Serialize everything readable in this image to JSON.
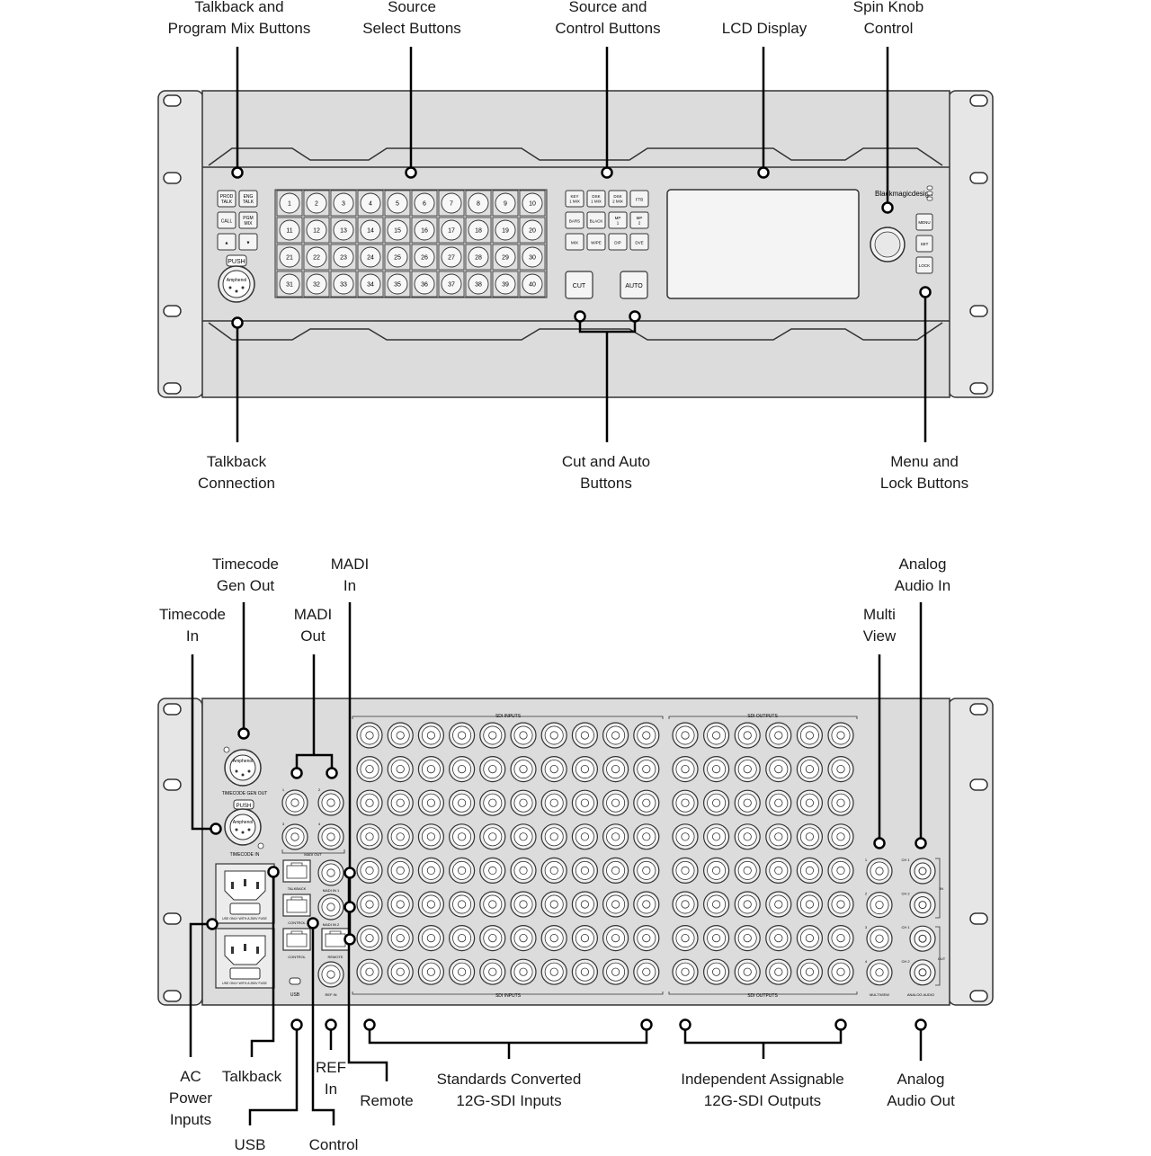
{
  "front_panel": {
    "talkback_buttons": [
      "PROD TALK",
      "ENG TALK",
      "CALL",
      "PGM MIX",
      "▲",
      "▼"
    ],
    "xlr_push_label": "PUSH",
    "xlr_brand": "Amphenol",
    "source_buttons": [
      "1",
      "2",
      "3",
      "4",
      "5",
      "6",
      "7",
      "8",
      "9",
      "10",
      "11",
      "12",
      "13",
      "14",
      "15",
      "16",
      "17",
      "18",
      "19",
      "20",
      "21",
      "22",
      "23",
      "24",
      "25",
      "26",
      "27",
      "28",
      "29",
      "30",
      "31",
      "32",
      "33",
      "34",
      "35",
      "36",
      "37",
      "38",
      "39",
      "40"
    ],
    "control_buttons": [
      "KEY 1 MIX",
      "DSK 1 MIX",
      "DSK 2 MIX",
      "FTB",
      "BARS",
      "BLACK",
      "MP 1",
      "MP 2",
      "MIX",
      "WIPE",
      "DIP",
      "DVE"
    ],
    "cut_label": "CUT",
    "auto_label": "AUTO",
    "brand": "Blackmagicdesign",
    "menu_buttons": [
      "MENU",
      "SET",
      "LOCK"
    ]
  },
  "rear_panel": {
    "timecode_gen_out_label": "TIMECODE GEN OUT",
    "timecode_in_label": "TIMECODE IN",
    "push_label": "PUSH",
    "madi_out_label": "MADI OUT",
    "madi_in_1_label": "MADI IN 1",
    "madi_in_2_label": "MADI IN 2",
    "talkback_label": "TALKBACK",
    "control_label": "CONTROL",
    "remote_label": "REMOTE",
    "ref_in_label": "REF IN",
    "usb_label": "USB",
    "fuse_label": "USE ONLY WITH A 250V FUSE",
    "sdi_inputs_label": "SDI INPUTS",
    "sdi_outputs_label": "SDI OUTPUTS",
    "multiview_label": "MULTIVIEW",
    "analog_audio_label": "ANALOG AUDIO",
    "audio_channels": [
      "CH 1",
      "CH 2",
      "CH 1",
      "CH 2"
    ],
    "audio_in_label": "IN",
    "audio_out_label": "OUT",
    "madi_numbers": [
      "1",
      "2",
      "3",
      "4"
    ],
    "multiview_numbers": [
      "1",
      "2",
      "3",
      "4"
    ]
  },
  "callouts": {
    "talkback_program_mix": "Talkback and\nProgram Mix Buttons",
    "source_select": "Source\nSelect Buttons",
    "source_control": "Source and\nControl Buttons",
    "lcd_display": "LCD Display",
    "spin_knob": "Spin Knob\nControl",
    "talkback_connection": "Talkback\nConnection",
    "cut_auto": "Cut and Auto\nButtons",
    "menu_lock": "Menu and\nLock Buttons",
    "timecode_gen_out": "Timecode\nGen Out",
    "madi_in": "MADI\nIn",
    "analog_audio_in": "Analog\nAudio In",
    "timecode_in": "Timecode\nIn",
    "madi_out": "MADI\nOut",
    "multi_view": "Multi\nView",
    "ac_power": "AC\nPower\nInputs",
    "talkback": "Talkback",
    "ref_in": "REF\nIn",
    "remote": "Remote",
    "standards_converted": "Standards Converted\n12G-SDI Inputs",
    "independent_outputs": "Independent Assignable\n12G-SDI Outputs",
    "analog_audio_out": "Analog\nAudio Out",
    "usb": "USB",
    "control": "Control"
  }
}
